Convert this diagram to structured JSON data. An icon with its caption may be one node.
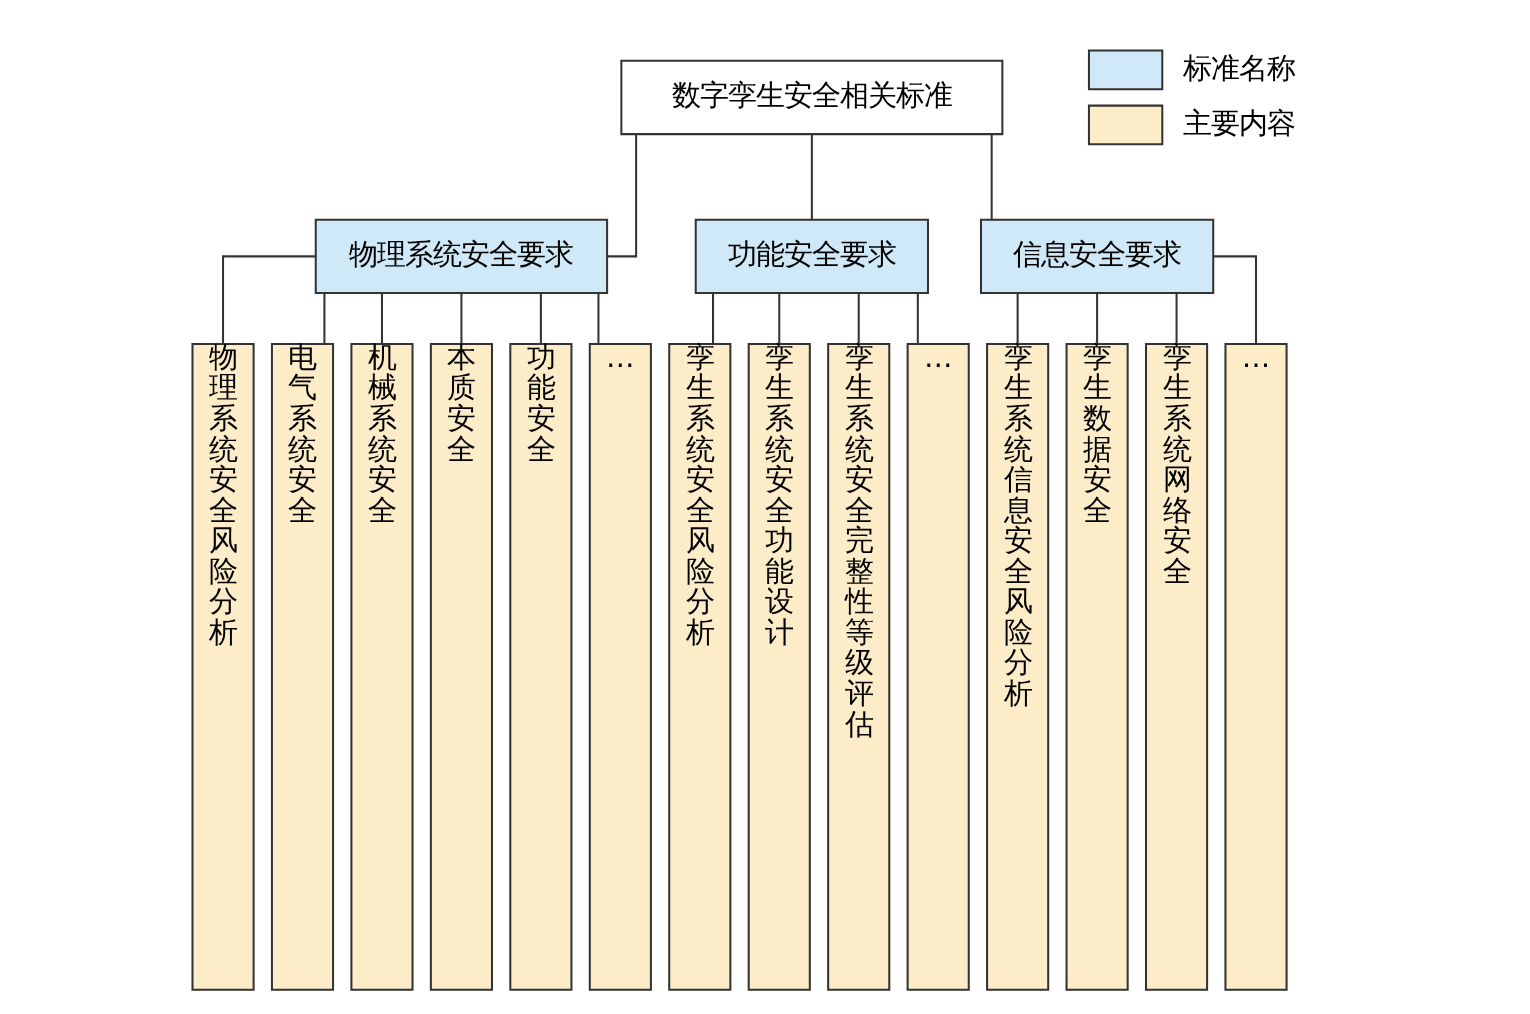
{
  "diagram": {
    "nodes": [
      {
        "text": [
          "数字孪生安全相关标准"
        ]
      },
      {
        "text": [
          "物理系统安全要求"
        ]
      },
      {
        "text": [
          "功能安全要求"
        ]
      },
      {
        "text": [
          "信息安全要求"
        ]
      },
      {
        "text": [
          "物理系统安全风险分析"
        ]
      },
      {
        "text": [
          "电气系统安全"
        ]
      },
      {
        "text": [
          "机械系统安全"
        ]
      },
      {
        "text": [
          "本质安全"
        ]
      },
      {
        "text": [
          "功能安全"
        ]
      },
      {
        "text": [
          "…"
        ]
      },
      {
        "text": [
          "孪生系统安全风险分析"
        ]
      },
      {
        "text": [
          "孪生系统安全功能设计"
        ]
      },
      {
        "text": [
          "孪生系统安全完整性等级评估"
        ]
      },
      {
        "text": [
          "…"
        ]
      },
      {
        "text": [
          "孪生系统信息安全风险分析"
        ]
      },
      {
        "text": [
          "孪生数据安全"
        ]
      },
      {
        "text": [
          "孪生系统网络安全"
        ]
      },
      {
        "text": [
          "…"
        ]
      }
    ],
    "edges": [
      {
        "from": 0,
        "to": 1,
        "arrow": "none"
      },
      {
        "from": 0,
        "to": 2,
        "arrow": "none"
      },
      {
        "from": 0,
        "to": 3,
        "arrow": "none"
      },
      {
        "from": 1,
        "to": 4,
        "arrow": "none"
      },
      {
        "from": 1,
        "to": 5,
        "arrow": "none"
      },
      {
        "from": 1,
        "to": 6,
        "arrow": "none"
      },
      {
        "from": 1,
        "to": 7,
        "arrow": "none"
      },
      {
        "from": 1,
        "to": 8,
        "arrow": "none"
      },
      {
        "from": 1,
        "to": 9,
        "arrow": "none"
      },
      {
        "from": 2,
        "to": 10,
        "arrow": "none"
      },
      {
        "from": 2,
        "to": 11,
        "arrow": "none"
      },
      {
        "from": 2,
        "to": 12,
        "arrow": "none"
      },
      {
        "from": 2,
        "to": 13,
        "arrow": "none"
      },
      {
        "from": 3,
        "to": 14,
        "arrow": "none"
      },
      {
        "from": 3,
        "to": 15,
        "arrow": "none"
      },
      {
        "from": 3,
        "to": 16,
        "arrow": "none"
      },
      {
        "from": 3,
        "to": 17,
        "arrow": "none"
      }
    ],
    "legend": [
      {
        "text": "标准名称",
        "color": "#d0e9f8"
      },
      {
        "text": "主要内容",
        "color": "#fdecc8"
      }
    ]
  }
}
